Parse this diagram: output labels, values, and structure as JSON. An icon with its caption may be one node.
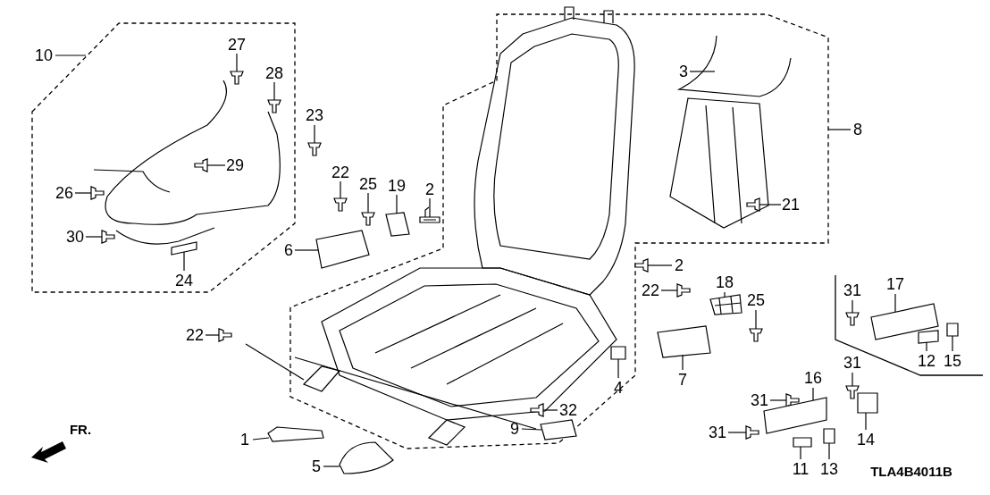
{
  "diagram": {
    "nodes": [
      {
        "text": [
          "10"
        ]
      },
      {
        "text": [
          "27"
        ]
      },
      {
        "text": [
          "28"
        ]
      },
      {
        "text": [
          "3"
        ]
      },
      {
        "text": [
          "23"
        ]
      },
      {
        "text": [
          "8"
        ]
      },
      {
        "text": [
          "29"
        ]
      },
      {
        "text": [
          "22"
        ]
      },
      {
        "text": [
          "25"
        ]
      },
      {
        "text": [
          "19"
        ]
      },
      {
        "text": [
          "2"
        ]
      },
      {
        "text": [
          "26"
        ]
      },
      {
        "text": [
          "21"
        ]
      },
      {
        "text": [
          "30"
        ]
      },
      {
        "text": [
          "6"
        ]
      },
      {
        "text": [
          "24"
        ]
      },
      {
        "text": [
          "2"
        ]
      },
      {
        "text": [
          "22"
        ]
      },
      {
        "text": [
          "18"
        ]
      },
      {
        "text": [
          "25"
        ]
      },
      {
        "text": [
          "31"
        ]
      },
      {
        "text": [
          "17"
        ]
      },
      {
        "text": [
          "22"
        ]
      },
      {
        "text": [
          "4"
        ]
      },
      {
        "text": [
          "7"
        ]
      },
      {
        "text": [
          "31"
        ]
      },
      {
        "text": [
          "12"
        ]
      },
      {
        "text": [
          "15"
        ]
      },
      {
        "text": [
          "31"
        ]
      },
      {
        "text": [
          "16"
        ]
      },
      {
        "text": [
          "32"
        ]
      },
      {
        "text": [
          "9"
        ]
      },
      {
        "text": [
          "1"
        ]
      },
      {
        "text": [
          "14"
        ]
      },
      {
        "text": [
          "31"
        ]
      },
      {
        "text": [
          "5"
        ]
      },
      {
        "text": [
          "11"
        ]
      },
      {
        "text": [
          "13"
        ]
      },
      {
        "text": [],
        "shape": "picture"
      },
      {
        "text": [],
        "shape": "picture"
      },
      {
        "text": [],
        "shape": "picture"
      },
      {
        "text": [],
        "shape": "picture"
      },
      {
        "text": [],
        "shape": "picture"
      },
      {
        "text": [],
        "shape": "picture"
      },
      {
        "text": [],
        "shape": "picture"
      },
      {
        "text": [],
        "shape": "picture"
      },
      {
        "text": [],
        "shape": "picture"
      },
      {
        "text": [],
        "shape": "picture"
      },
      {
        "text": [],
        "shape": "picture"
      },
      {
        "text": [],
        "shape": "picture"
      },
      {
        "text": [],
        "shape": "picture"
      },
      {
        "text": [],
        "shape": "picture"
      },
      {
        "text": [],
        "shape": "picture"
      },
      {
        "text": [],
        "shape": "picture"
      },
      {
        "text": [],
        "shape": "picture"
      },
      {
        "text": [],
        "shape": "picture"
      },
      {
        "text": [],
        "shape": "picture"
      },
      {
        "text": [],
        "shape": "picture"
      },
      {
        "text": [],
        "shape": "picture"
      },
      {
        "text": [],
        "shape": "picture"
      },
      {
        "text": [],
        "shape": "picture"
      },
      {
        "text": [],
        "shape": "picture"
      },
      {
        "text": [],
        "shape": "picture"
      },
      {
        "text": [],
        "shape": "picture"
      },
      {
        "text": [],
        "shape": "picture"
      },
      {
        "text": [],
        "shape": "picture"
      },
      {
        "text": [],
        "shape": "picture"
      },
      {
        "text": [],
        "shape": "picture"
      },
      {
        "text": [],
        "shape": "picture"
      },
      {
        "text": [],
        "shape": "picture"
      },
      {
        "text": [],
        "shape": "picture"
      },
      {
        "text": [],
        "shape": "picture"
      },
      {
        "text": [],
        "shape": "picture"
      },
      {
        "text": [],
        "shape": "picture"
      }
    ],
    "edges": [
      {
        "from": 0,
        "to": null,
        "arrow": "none"
      },
      {
        "from": 1,
        "to": 38,
        "arrow": "none"
      },
      {
        "from": 2,
        "to": 39,
        "arrow": "none"
      },
      {
        "from": 3,
        "to": 40,
        "arrow": "none"
      },
      {
        "from": 4,
        "to": 41,
        "arrow": "none"
      },
      {
        "from": 5,
        "to": null,
        "arrow": "none"
      },
      {
        "from": 6,
        "to": 42,
        "arrow": "none"
      },
      {
        "from": 7,
        "to": 43,
        "arrow": "none"
      },
      {
        "from": 8,
        "to": 44,
        "arrow": "none"
      },
      {
        "from": 9,
        "to": 45,
        "arrow": "none"
      },
      {
        "from": 10,
        "to": 46,
        "arrow": "none"
      },
      {
        "from": 11,
        "to": 47,
        "arrow": "none"
      },
      {
        "from": 12,
        "to": 48,
        "arrow": "none"
      },
      {
        "from": 13,
        "to": 49,
        "arrow": "none"
      },
      {
        "from": 14,
        "to": 50,
        "arrow": "none"
      },
      {
        "from": 15,
        "to": 51,
        "arrow": "none"
      },
      {
        "from": 16,
        "to": 52,
        "arrow": "none"
      },
      {
        "from": 17,
        "to": 53,
        "arrow": "none"
      },
      {
        "from": 18,
        "to": 54,
        "arrow": "none"
      },
      {
        "from": 19,
        "to": 55,
        "arrow": "none"
      },
      {
        "from": 20,
        "to": 56,
        "arrow": "none"
      },
      {
        "from": 21,
        "to": 57,
        "arrow": "none"
      },
      {
        "from": 22,
        "to": 58,
        "arrow": "none"
      },
      {
        "from": 23,
        "to": 59,
        "arrow": "none"
      },
      {
        "from": 24,
        "to": 60,
        "arrow": "none"
      },
      {
        "from": 25,
        "to": 61,
        "arrow": "none"
      },
      {
        "from": 26,
        "to": 62,
        "arrow": "none"
      },
      {
        "from": 27,
        "to": 63,
        "arrow": "none"
      },
      {
        "from": 28,
        "to": 64,
        "arrow": "none"
      },
      {
        "from": 29,
        "to": 65,
        "arrow": "none"
      },
      {
        "from": 30,
        "to": 66,
        "arrow": "none"
      },
      {
        "from": 31,
        "to": 67,
        "arrow": "none"
      },
      {
        "from": 32,
        "to": 68,
        "arrow": "none"
      },
      {
        "from": 33,
        "to": 69,
        "arrow": "none"
      },
      {
        "from": 34,
        "to": 70,
        "arrow": "none"
      },
      {
        "from": 35,
        "to": 71,
        "arrow": "none"
      },
      {
        "from": 36,
        "to": 72,
        "arrow": "none"
      },
      {
        "from": 37,
        "to": 73,
        "arrow": "none"
      }
    ],
    "labels": [
      "FR.",
      "TLA4B4011B"
    ]
  }
}
